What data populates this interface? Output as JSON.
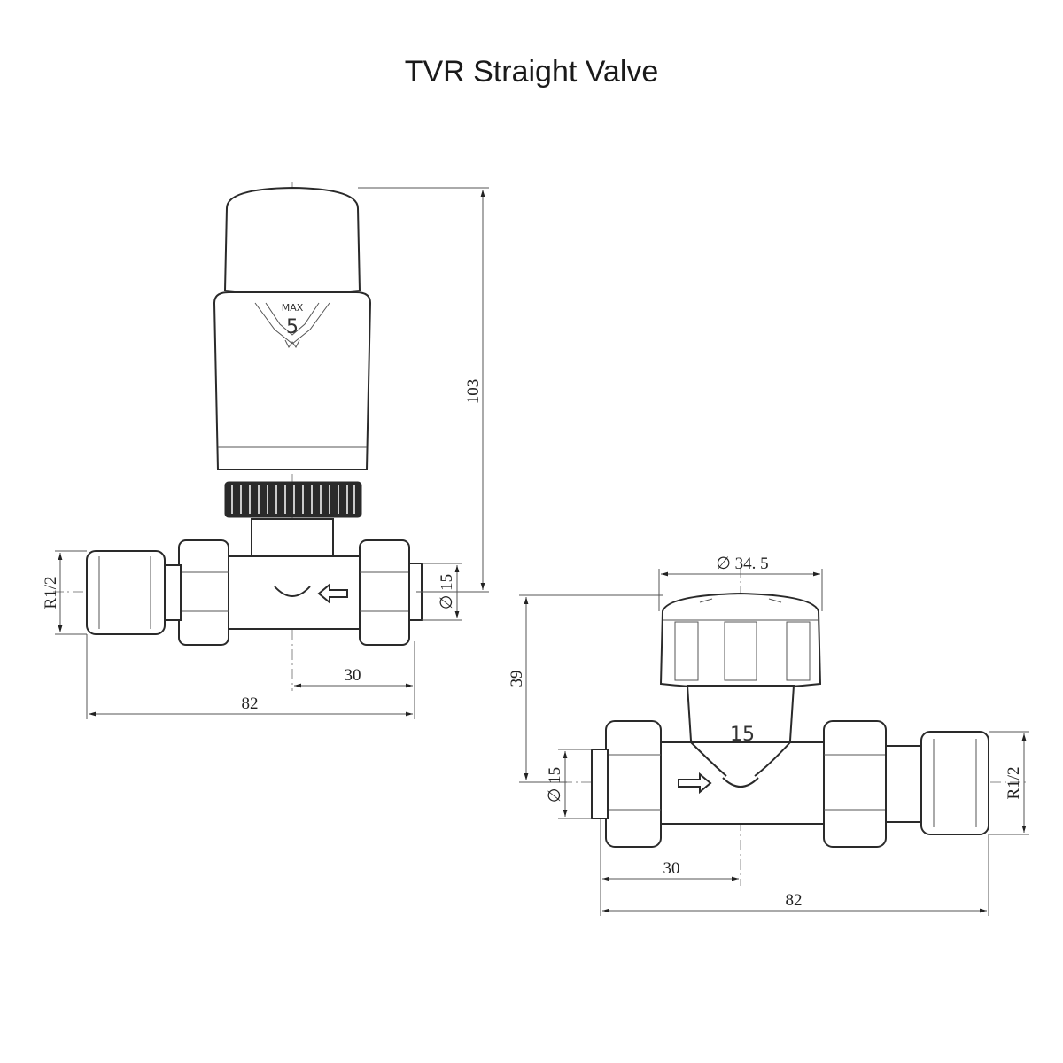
{
  "title": "TVR Straight Valve",
  "thermostatic_view": {
    "head_marking": {
      "max_label": "MAX",
      "setting_number": "5"
    },
    "dimensions": {
      "height": "103",
      "thread": "R1/2",
      "pipe_diameter": "∅ 15",
      "offset": "30",
      "overall_length": "82"
    }
  },
  "lockshield_view": {
    "body_marking": "15",
    "dimensions": {
      "cap_diameter": "∅ 34. 5",
      "height": "39",
      "pipe_diameter": "∅ 15",
      "thread": "R1/2",
      "offset": "30",
      "overall_length": "82"
    }
  },
  "colors": {
    "line": "#2a2a2a",
    "background": "#ffffff"
  }
}
